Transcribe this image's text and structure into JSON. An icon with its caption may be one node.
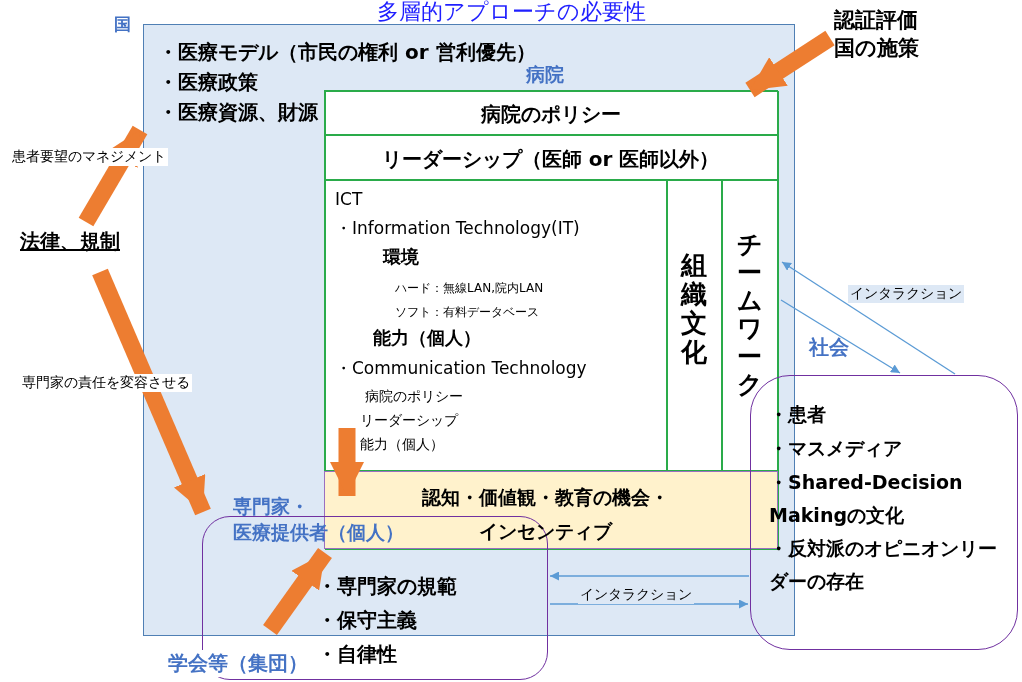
{
  "diagram": {
    "title": "多層的アプローチの必要性",
    "nodes": [
      {
        "text": [
          "国",
          "・医療モデル（市民の権利 or 営利優先）",
          "・医療政策",
          "・医療資源、財源"
        ]
      },
      {
        "text": [
          "病院"
        ],
        "in": 0
      },
      {
        "text": [
          "病院のポリシー"
        ],
        "in": 1
      },
      {
        "text": [
          "リーダーシップ（医師 or 医師以外）"
        ],
        "in": 1
      },
      {
        "text": [
          "ICT",
          "・Information Technology(IT)",
          "環境",
          "ハード：無線LAN,院内LAN",
          "ソフト：有料データベース",
          "能力（個人）",
          "・Communication Technology",
          "病院のポリシー",
          "リーダーシップ",
          "能力（個人）"
        ],
        "in": 1
      },
      {
        "text": [
          "組織文化"
        ],
        "in": 1
      },
      {
        "text": [
          "チームワーク"
        ],
        "in": 1
      },
      {
        "text": [
          "認知・価値観・教育の機会・インセンティブ"
        ],
        "in": 1
      },
      {
        "text": [
          "専門家・医療提供者（個人）",
          "・専門家の規範",
          "・保守主義",
          "・自律性"
        ]
      },
      {
        "text": [
          "社会",
          "・患者",
          "・マスメディア",
          "・Shared-Decision Makingの文化",
          "・反対派のオピニオンリーダーの存在"
        ]
      },
      {
        "text": [
          "法律、規制"
        ]
      },
      {
        "text": [
          "認証評価国の施策"
        ]
      }
    ],
    "edges": [
      {
        "from": 10,
        "to": 0,
        "arrow": "to",
        "label": "患者要望のマネジメント"
      },
      {
        "from": 10,
        "to": 8,
        "arrow": "to",
        "label": "専門家の責任を変容させる"
      },
      {
        "from": 11,
        "to": 1,
        "arrow": "to"
      },
      {
        "from": 4,
        "to": 7,
        "arrow": "to"
      },
      {
        "from": 8,
        "to": 7,
        "arrow": "to"
      },
      {
        "from": 9,
        "to": 6,
        "arrow": "to",
        "label": "インタラクション",
        "color": "#5b9bd5"
      },
      {
        "from": 6,
        "to": 9,
        "arrow": "to",
        "color": "#5b9bd5"
      },
      {
        "from": 9,
        "to": 8,
        "arrow": "to",
        "color": "#5b9bd5"
      },
      {
        "from": 8,
        "to": 9,
        "arrow": "to",
        "label": "インタラクション",
        "color": "#5b9bd5"
      }
    ],
    "labels": [
      "学会等（集団）"
    ]
  }
}
